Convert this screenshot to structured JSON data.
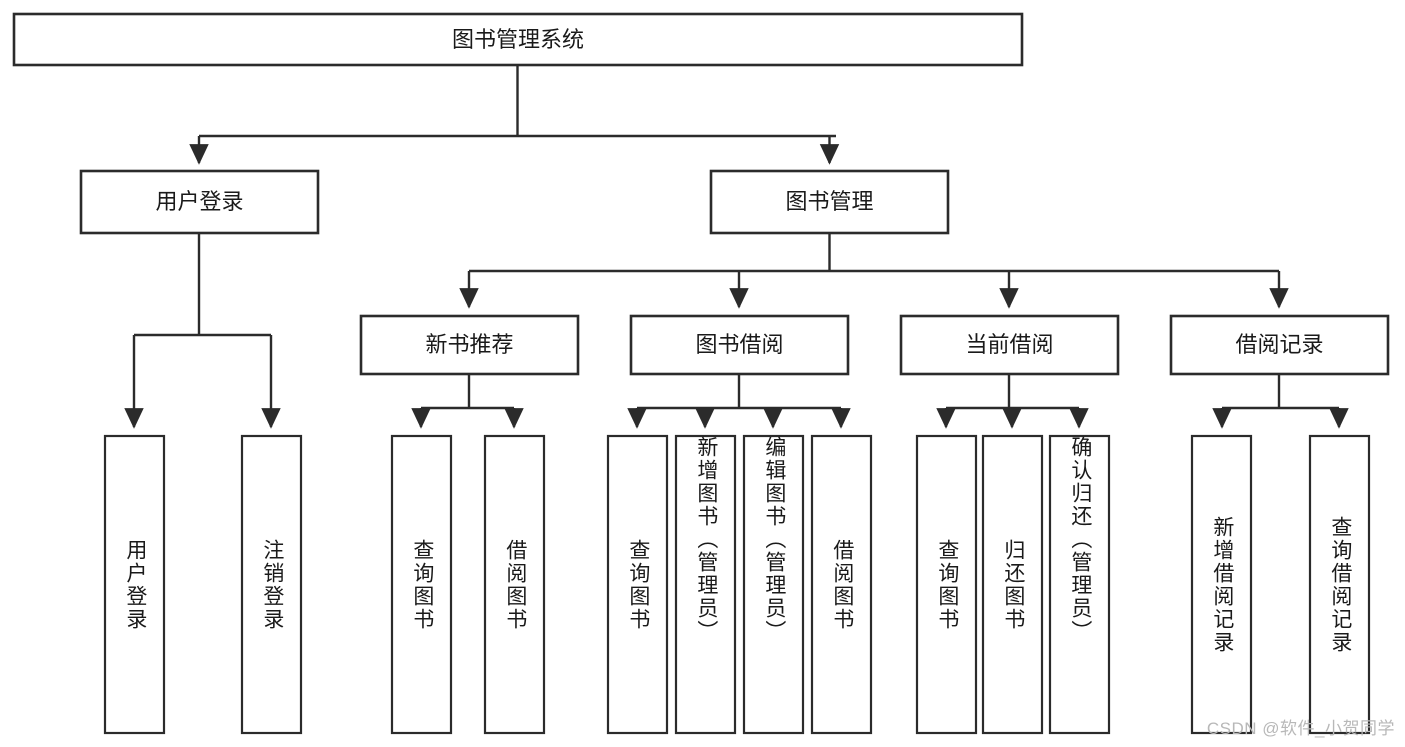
{
  "diagram": {
    "title": "图书管理系统",
    "type": "hierarchy-tree",
    "orientation": "top-down",
    "colors": {
      "background": "#ffffff",
      "stroke": "#2b2b2b",
      "box_fill": "#ffffff",
      "text": "#1a1a1a",
      "watermark": "#b8b8b8"
    }
  },
  "root": {
    "label": "图书管理系统"
  },
  "level2": [
    {
      "label": "用户登录"
    },
    {
      "label": "图书管理"
    }
  ],
  "level3": [
    {
      "label": "新书推荐"
    },
    {
      "label": "图书借阅"
    },
    {
      "label": "当前借阅"
    },
    {
      "label": "借阅记录"
    }
  ],
  "leaves": {
    "user_login": [
      {
        "label": "用户登录"
      },
      {
        "label": "注销登录"
      }
    ],
    "new_book": [
      {
        "label": "查询图书"
      },
      {
        "label": "借阅图书"
      }
    ],
    "book_borrow": [
      {
        "label": "查询图书"
      },
      {
        "label": "新增图书（管理员）"
      },
      {
        "label": "编辑图书（管理员）"
      },
      {
        "label": "借阅图书"
      }
    ],
    "current_borrow": [
      {
        "label": "查询图书"
      },
      {
        "label": "归还图书"
      },
      {
        "label": "确认归还（管理员）"
      }
    ],
    "borrow_record": [
      {
        "label": "新增借阅记录"
      },
      {
        "label": "查询借阅记录"
      }
    ]
  },
  "watermark": {
    "text": "CSDN @软件_小贺同学"
  }
}
